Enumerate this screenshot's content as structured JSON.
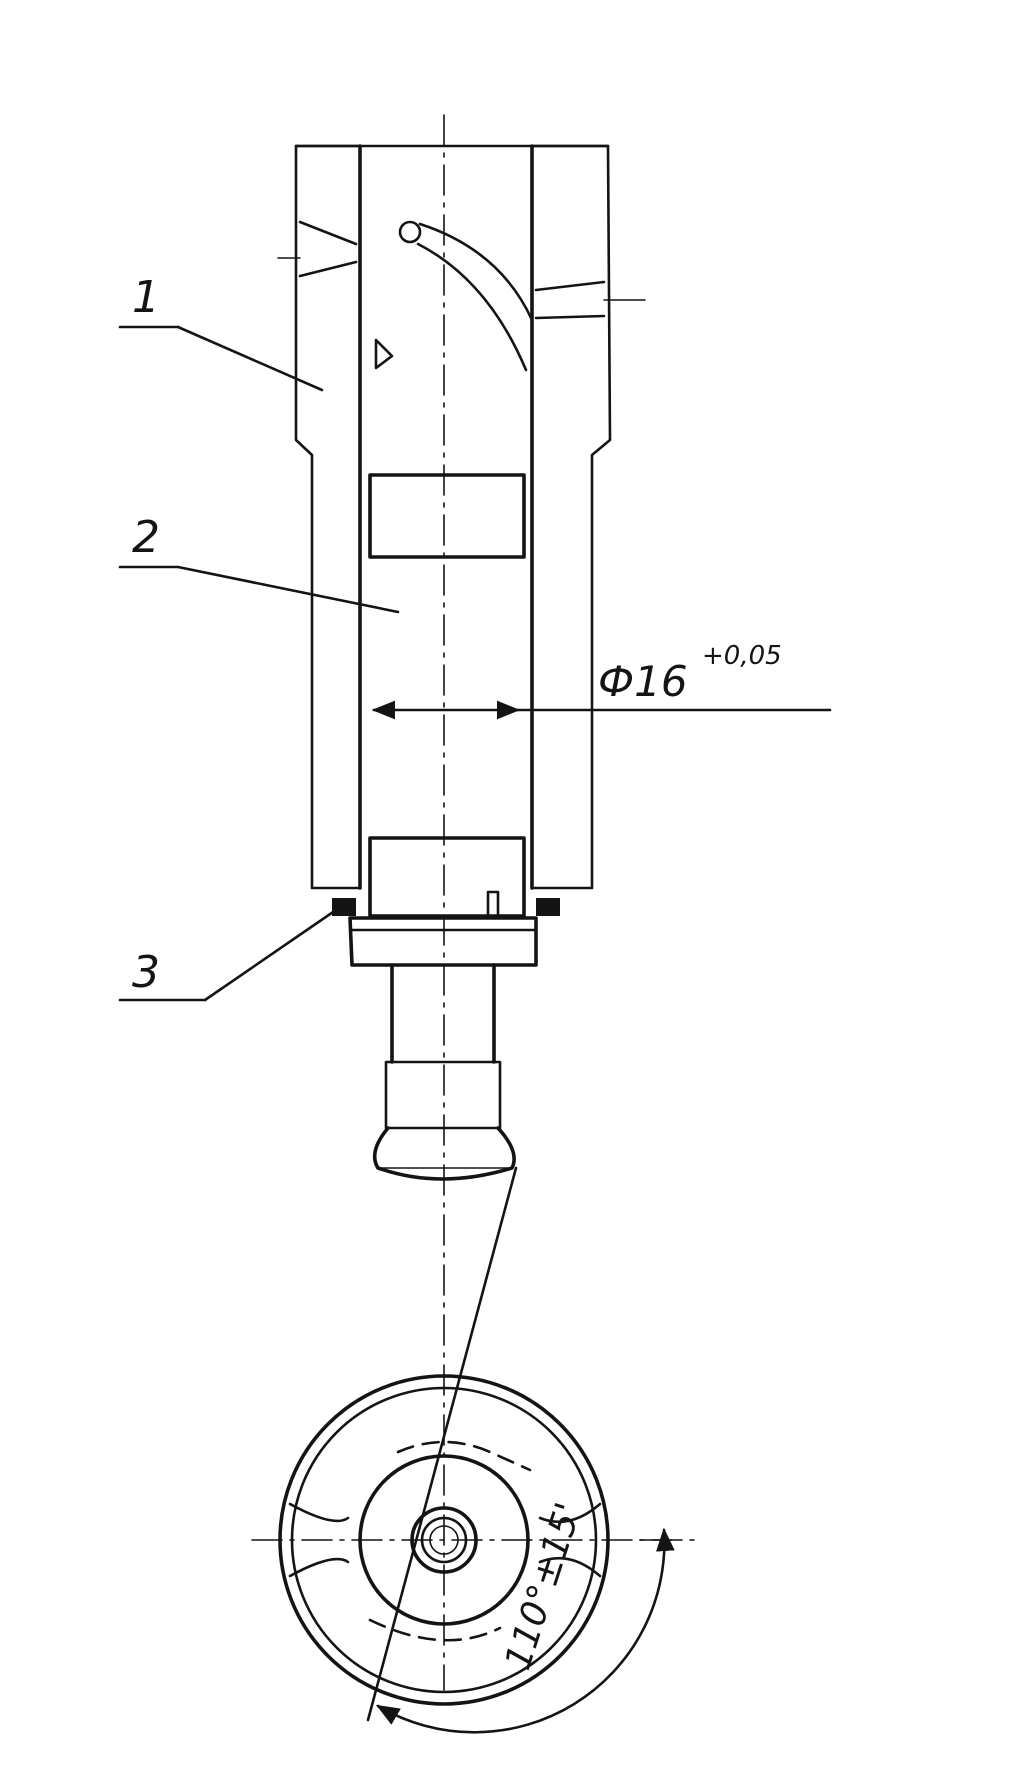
{
  "labels": {
    "callout_1": "1",
    "callout_2": "2",
    "callout_3": "3",
    "diameter_dim": "Ф16",
    "diameter_tol": "+0,05",
    "angle_dim": "110°±15'"
  }
}
